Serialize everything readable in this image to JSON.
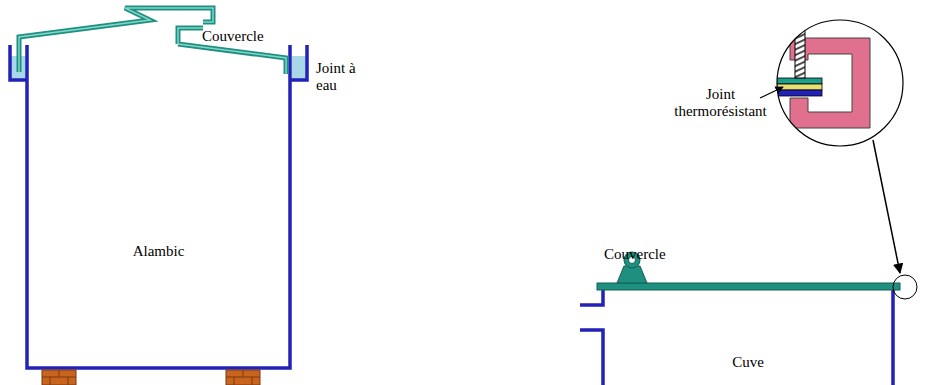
{
  "diagram": {
    "nodes": [
      {
        "text": [
          "Alambic"
        ]
      },
      {
        "text": [
          "Cuve"
        ]
      }
    ],
    "labels": [
      "Couvercle",
      "Joint à eau",
      "Joint thermorésistant",
      "Couvercle"
    ]
  }
}
